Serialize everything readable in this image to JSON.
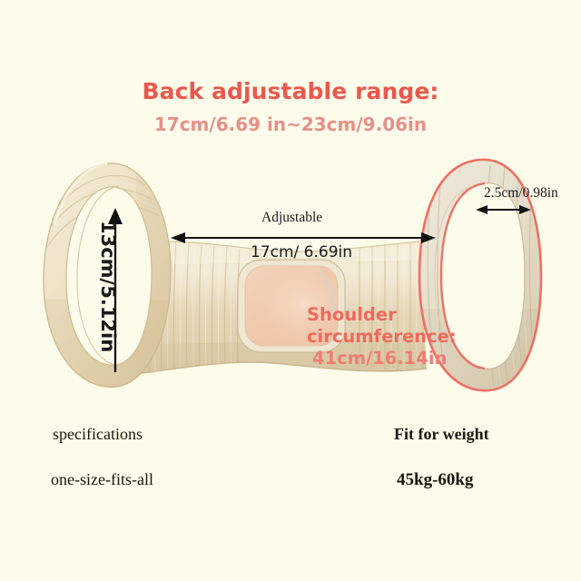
{
  "header": {
    "title": "Back adjustable range:",
    "subtitle": "17cm/6.69 in~23cm/9.06in",
    "title_color": "#e9584e",
    "subtitle_color": "#e69089"
  },
  "measurements": {
    "strap_width_right": "2.5cm/0.98in",
    "adjustable_label": "Adjustable",
    "adjustable_value": "17cm/ 6.69in",
    "loop_height_left": "13cm/5.12in",
    "shoulder_label_line1": "Shoulder",
    "shoulder_label_line2": "circumference:",
    "shoulder_value": "41cm/16.14in",
    "shoulder_color": "#ef6a5e"
  },
  "specs": [
    {
      "heading": "specifications",
      "value": "one-size-fits-all"
    },
    {
      "heading": "Fit for weight",
      "value": "45kg-60kg"
    }
  ],
  "product": {
    "name": "posture-corrector-back-brace",
    "fabric_color": "#e9dec3",
    "pad_color": "#f3cdb4",
    "accent_outline": "#ef6a5e",
    "background": "#fdfcea"
  }
}
